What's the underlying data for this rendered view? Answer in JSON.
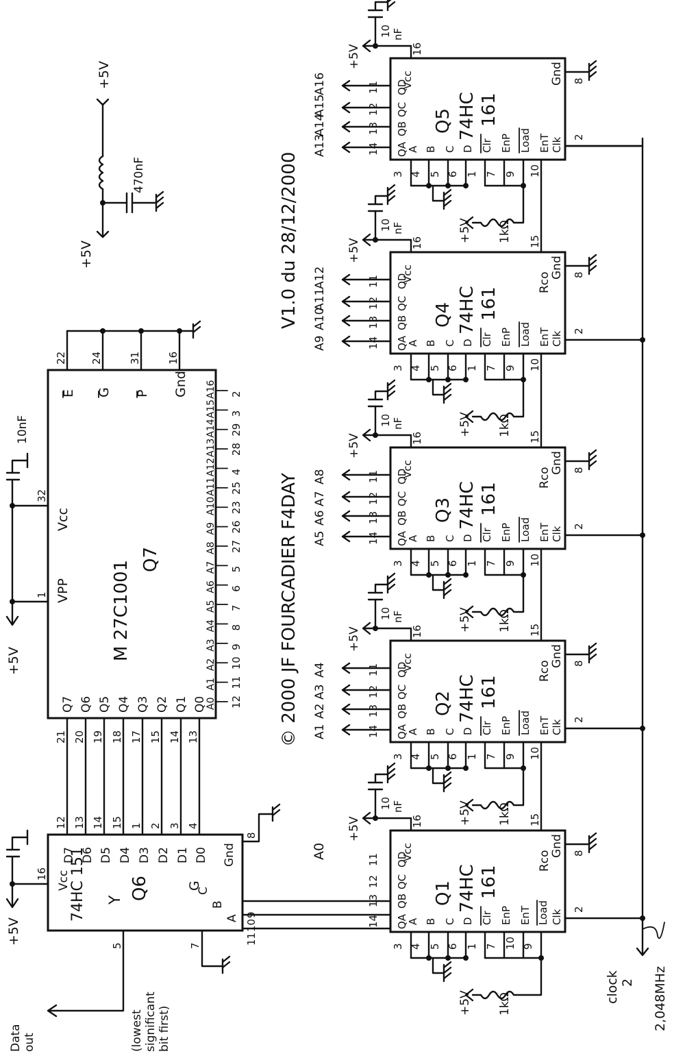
{
  "copyright": "© 2000  JF FOURCADIER   F4DAY",
  "version": "V1.0 du 28/12/2000",
  "supply": {
    "plus5v": "+5V",
    "cap_470": "470nF",
    "cap_10": "10nF",
    "cap_10_split": [
      "10",
      "nF"
    ],
    "res_1k": "1kΩ"
  },
  "eprom": {
    "part": "M 27C1001",
    "ref": "Q7",
    "vpp_label": "VPP",
    "vpp_pin": "1",
    "vcc_label": "Vcc",
    "vcc_pin": "32",
    "ctrl": [
      {
        "label": "E",
        "pin": "22"
      },
      {
        "label": "G",
        "pin": "24"
      },
      {
        "label": "P",
        "pin": "31"
      },
      {
        "label": "Gnd",
        "pin": "16"
      }
    ],
    "data": [
      {
        "label": "Q7",
        "pin": "21"
      },
      {
        "label": "Q6",
        "pin": "20"
      },
      {
        "label": "Q5",
        "pin": "19"
      },
      {
        "label": "Q4",
        "pin": "18"
      },
      {
        "label": "Q3",
        "pin": "17"
      },
      {
        "label": "Q2",
        "pin": "15"
      },
      {
        "label": "Q1",
        "pin": "14"
      },
      {
        "label": "Q0",
        "pin": "13"
      }
    ],
    "addr": [
      {
        "label": "A0",
        "pin": "12"
      },
      {
        "label": "A1",
        "pin": "11"
      },
      {
        "label": "A2",
        "pin": "10"
      },
      {
        "label": "A3",
        "pin": "9"
      },
      {
        "label": "A4",
        "pin": "8"
      },
      {
        "label": "A5",
        "pin": "7"
      },
      {
        "label": "A6",
        "pin": "6"
      },
      {
        "label": "A7",
        "pin": "5"
      },
      {
        "label": "A8",
        "pin": "27"
      },
      {
        "label": "A9",
        "pin": "26"
      },
      {
        "label": "A10",
        "pin": "23"
      },
      {
        "label": "A11",
        "pin": "25"
      },
      {
        "label": "A12",
        "pin": "4"
      },
      {
        "label": "A13",
        "pin": "28"
      },
      {
        "label": "A14",
        "pin": "29"
      },
      {
        "label": "A15",
        "pin": "3"
      },
      {
        "label": "A16",
        "pin": "2"
      }
    ]
  },
  "mux": {
    "part": "74HC 151",
    "ref": "Q6",
    "vcc_label": "Vcc",
    "vcc_pin": "16",
    "gnd_label": "Gnd",
    "gnd_pin": "8",
    "y_label": "Y",
    "y_pin": "5",
    "g_label": "G",
    "g_pin": "7",
    "sel": [
      {
        "label": "A",
        "pin": "11"
      },
      {
        "label": "B",
        "pin": "10"
      },
      {
        "label": "C",
        "pin": "9"
      }
    ],
    "d": [
      {
        "label": "D7",
        "pin": "12"
      },
      {
        "label": "D6",
        "pin": "13"
      },
      {
        "label": "D5",
        "pin": "14"
      },
      {
        "label": "D4",
        "pin": "15"
      },
      {
        "label": "D3",
        "pin": "1"
      },
      {
        "label": "D2",
        "pin": "2"
      },
      {
        "label": "D1",
        "pin": "3"
      },
      {
        "label": "D0",
        "pin": "4"
      }
    ],
    "data_out": [
      "Data",
      "out"
    ],
    "note": [
      "(lowest",
      "significant",
      "bit first)"
    ],
    "a0_label": "A0"
  },
  "counters": [
    {
      "ref": "Q5",
      "type": "74HC",
      "num": "161",
      "outs": [
        "A13",
        "A14",
        "A15",
        "A16"
      ],
      "last": true
    },
    {
      "ref": "Q4",
      "type": "74HC",
      "num": "161",
      "outs": [
        "A9",
        "A10",
        "A11",
        "A12"
      ],
      "last": false
    },
    {
      "ref": "Q3",
      "type": "74HC",
      "num": "161",
      "outs": [
        "A5",
        "A6",
        "A7",
        "A8"
      ],
      "last": false
    },
    {
      "ref": "Q2",
      "type": "74HC",
      "num": "161",
      "outs": [
        "A1",
        "A2",
        "A3",
        "A4"
      ],
      "last": false
    },
    {
      "ref": "Q1",
      "type": "74HC",
      "num": "161",
      "outs": [],
      "last": false
    }
  ],
  "counter_pins": {
    "q_labels": [
      "QA",
      "QB",
      "QC",
      "QD"
    ],
    "q_pins": [
      "14",
      "13",
      "12",
      "11"
    ],
    "in_labels": [
      "A",
      "B",
      "C",
      "D"
    ],
    "in_pins": [
      "3",
      "4",
      "5",
      "6"
    ],
    "ctrl_labels": [
      "Clr",
      "EnP",
      "Load"
    ],
    "ctrl_pins": [
      "1",
      "7",
      "9"
    ],
    "ctrl_labels_q1": [
      "Clr",
      "EnP",
      "EnT",
      "Load"
    ],
    "ctrl_pins_q1": [
      "1",
      "7",
      "10",
      "9"
    ],
    "vcc_label": "Vcc",
    "vcc_pin": "16",
    "rco_label": "Rco",
    "rco_pin": "15",
    "gnd_label": "Gnd",
    "gnd_pin": "8",
    "ent_label": "EnT",
    "ent_pin": "10",
    "clk_label": "Clk",
    "clk_pin": "2"
  },
  "clock": {
    "label": [
      "clock",
      "2"
    ],
    "freq": "2,048MHz"
  }
}
